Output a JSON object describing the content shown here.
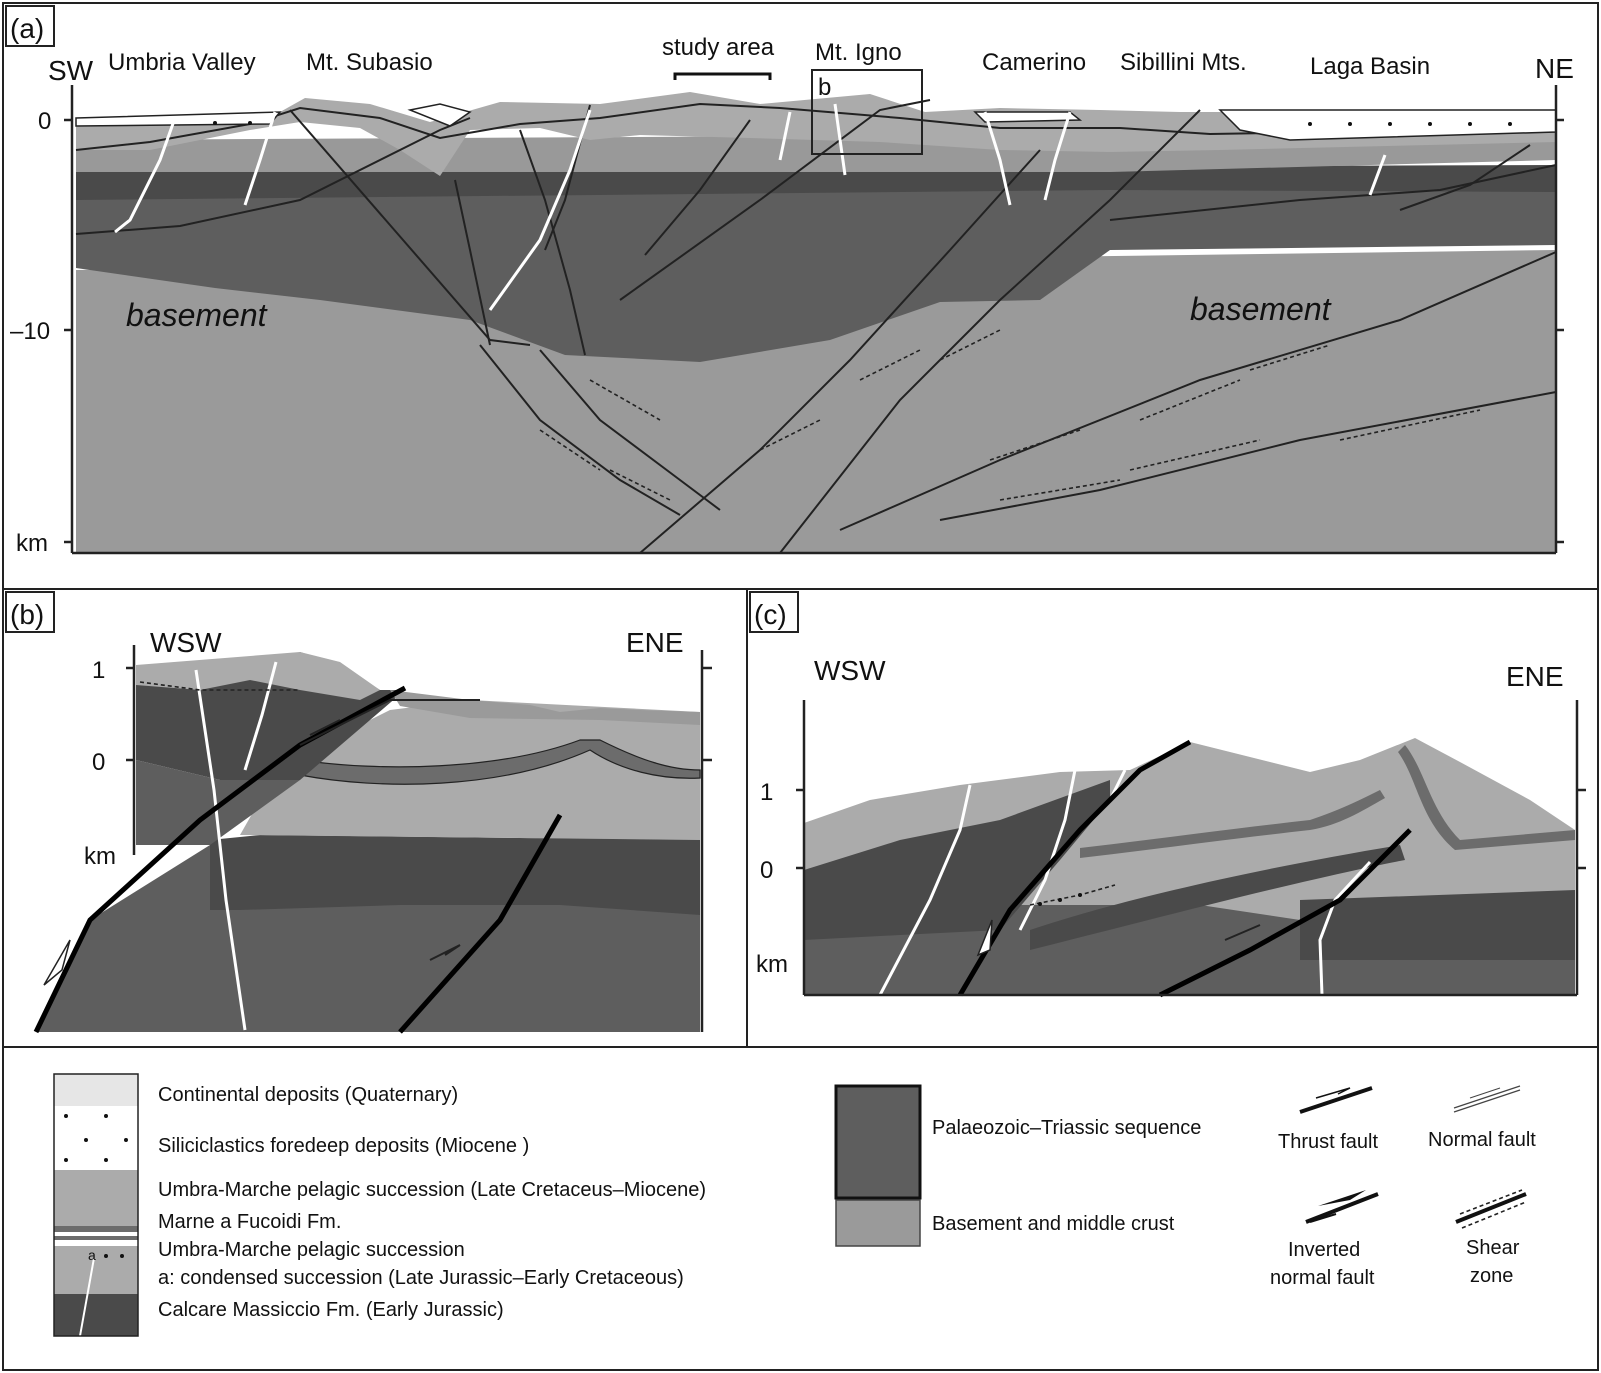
{
  "panels": {
    "a": {
      "tag": "(a)",
      "dir_left": "SW",
      "dir_right": "NE",
      "places": [
        "Umbria Valley",
        "Mt. Subasio",
        "study area",
        "Mt. Igno",
        "Camerino",
        "Sibillini Mts.",
        "Laga Basin"
      ],
      "inset_label": "b",
      "ticks": [
        "0",
        "–10",
        "km"
      ],
      "basement_left": "basement",
      "basement_right": "basement"
    },
    "b": {
      "tag": "(b)",
      "dir_left": "WSW",
      "dir_right": "ENE",
      "ticks": [
        "1",
        "0",
        "km"
      ]
    },
    "c": {
      "tag": "(c)",
      "dir_left": "WSW",
      "dir_right": "ENE",
      "ticks": [
        "1",
        "0",
        "km"
      ]
    }
  },
  "legend": {
    "units": [
      "Continental deposits (Quaternary)",
      "Siliciclastics foredeep deposits (Miocene )",
      "Umbra-Marche pelagic succession (Late Cretaceus–Miocene)",
      "Marne a Fucoidi Fm.",
      "Umbra-Marche pelagic succession",
      "a: condensed succession (Late Jurassic–Early Cretaceous)",
      "Calcare Massiccio Fm. (Early Jurassic)"
    ],
    "swatch_marker": "a",
    "deep_units": [
      "Palaeozoic–Triassic sequence",
      "Basement and middle crust"
    ],
    "faults": {
      "thrust": "Thrust fault",
      "normal": "Normal fault",
      "inverted_1": "Inverted",
      "inverted_2": "normal fault",
      "shear_1": "Shear",
      "shear_2": "zone"
    }
  },
  "colors": {
    "continental": "#e6e6e6",
    "pelagic_upper": "#ababab",
    "marne": "#6c6c6c",
    "pelagic_lower": "#999999",
    "calcare": "#4a4a4a",
    "palaeozoic": "#5e5e5e",
    "basement": "#9a9a9a",
    "foredeep": "#ffffff"
  }
}
